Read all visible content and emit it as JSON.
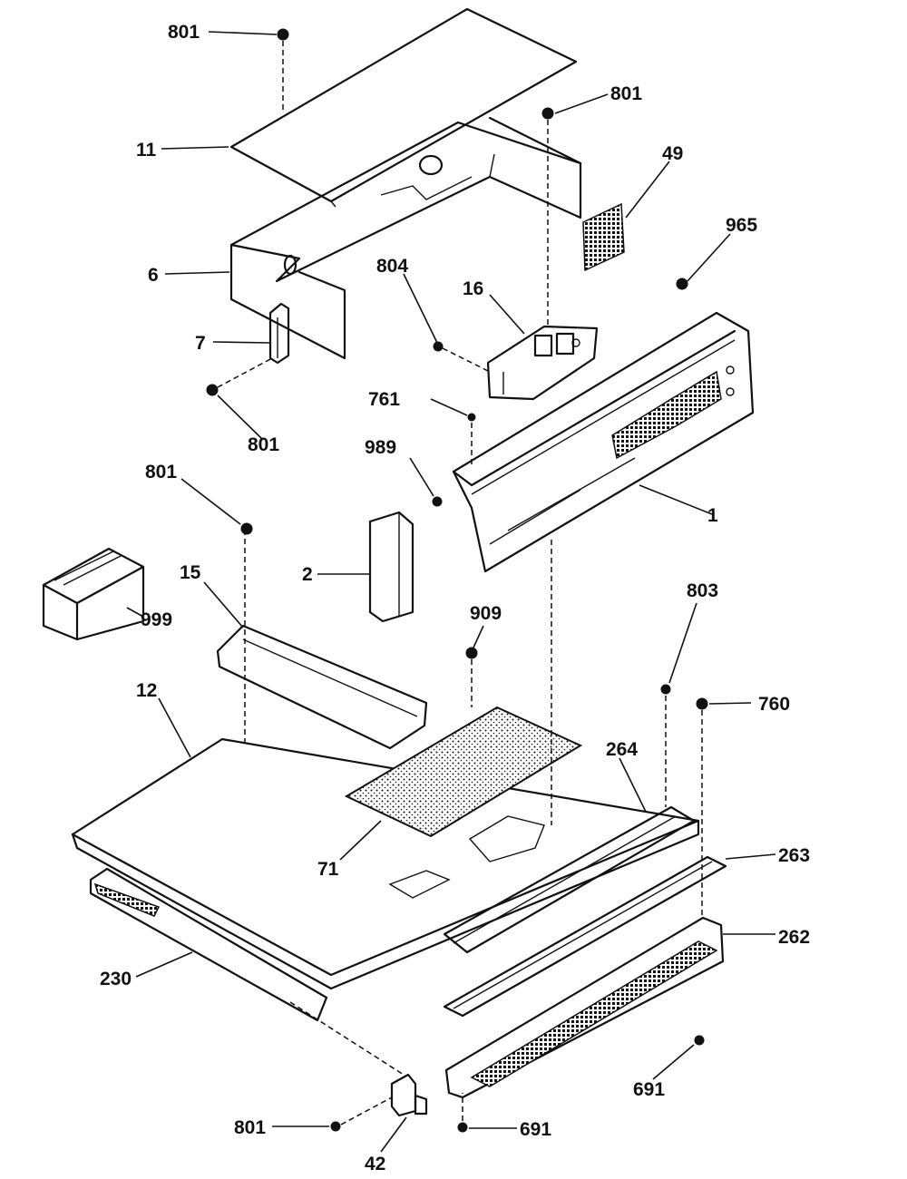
{
  "diagram": {
    "callouts": {
      "c801_top": "801",
      "c11": "11",
      "c801_upper_right": "801",
      "c49": "49",
      "c965": "965",
      "c6": "6",
      "c804": "804",
      "c16": "16",
      "c7": "7",
      "c761": "761",
      "c801_left_mid": "801",
      "c989": "989",
      "c1": "1",
      "c801_left": "801",
      "c15": "15",
      "c2": "2",
      "c999": "999",
      "c909": "909",
      "c803": "803",
      "c12": "12",
      "c760": "760",
      "c264": "264",
      "c71": "71",
      "c263": "263",
      "c262": "262",
      "c230": "230",
      "c691_right": "691",
      "c801_bottom": "801",
      "c691_bottom": "691",
      "c42": "42"
    }
  }
}
